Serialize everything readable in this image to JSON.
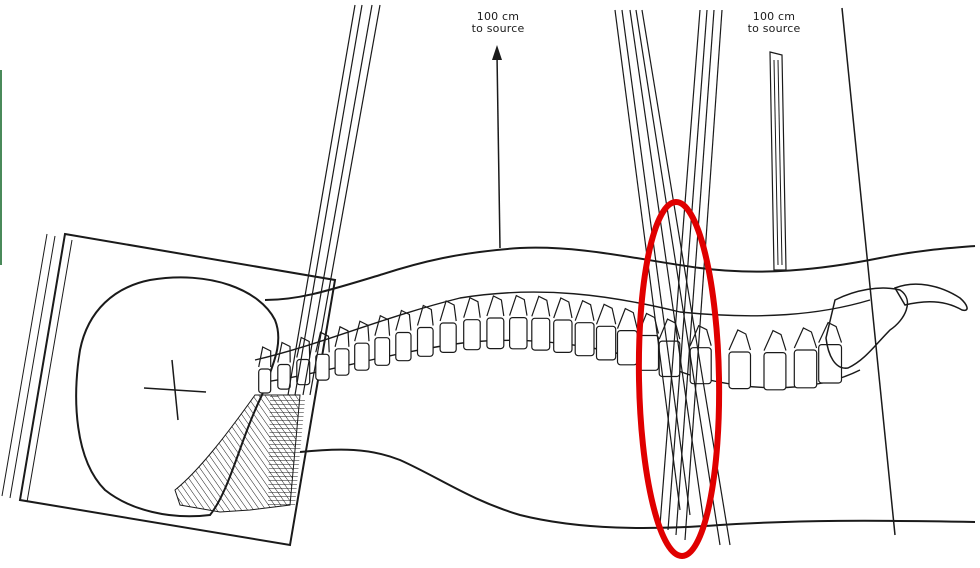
{
  "labels": {
    "source_left": {
      "line1": "100 cm",
      "line2": "to source"
    },
    "source_right": {
      "line1": "100 cm",
      "line2": "to source"
    }
  },
  "colors": {
    "ink": "#1a1a1a",
    "highlight": "#e00000",
    "edge_accent": "#4a8a5a",
    "background": "#ffffff"
  }
}
